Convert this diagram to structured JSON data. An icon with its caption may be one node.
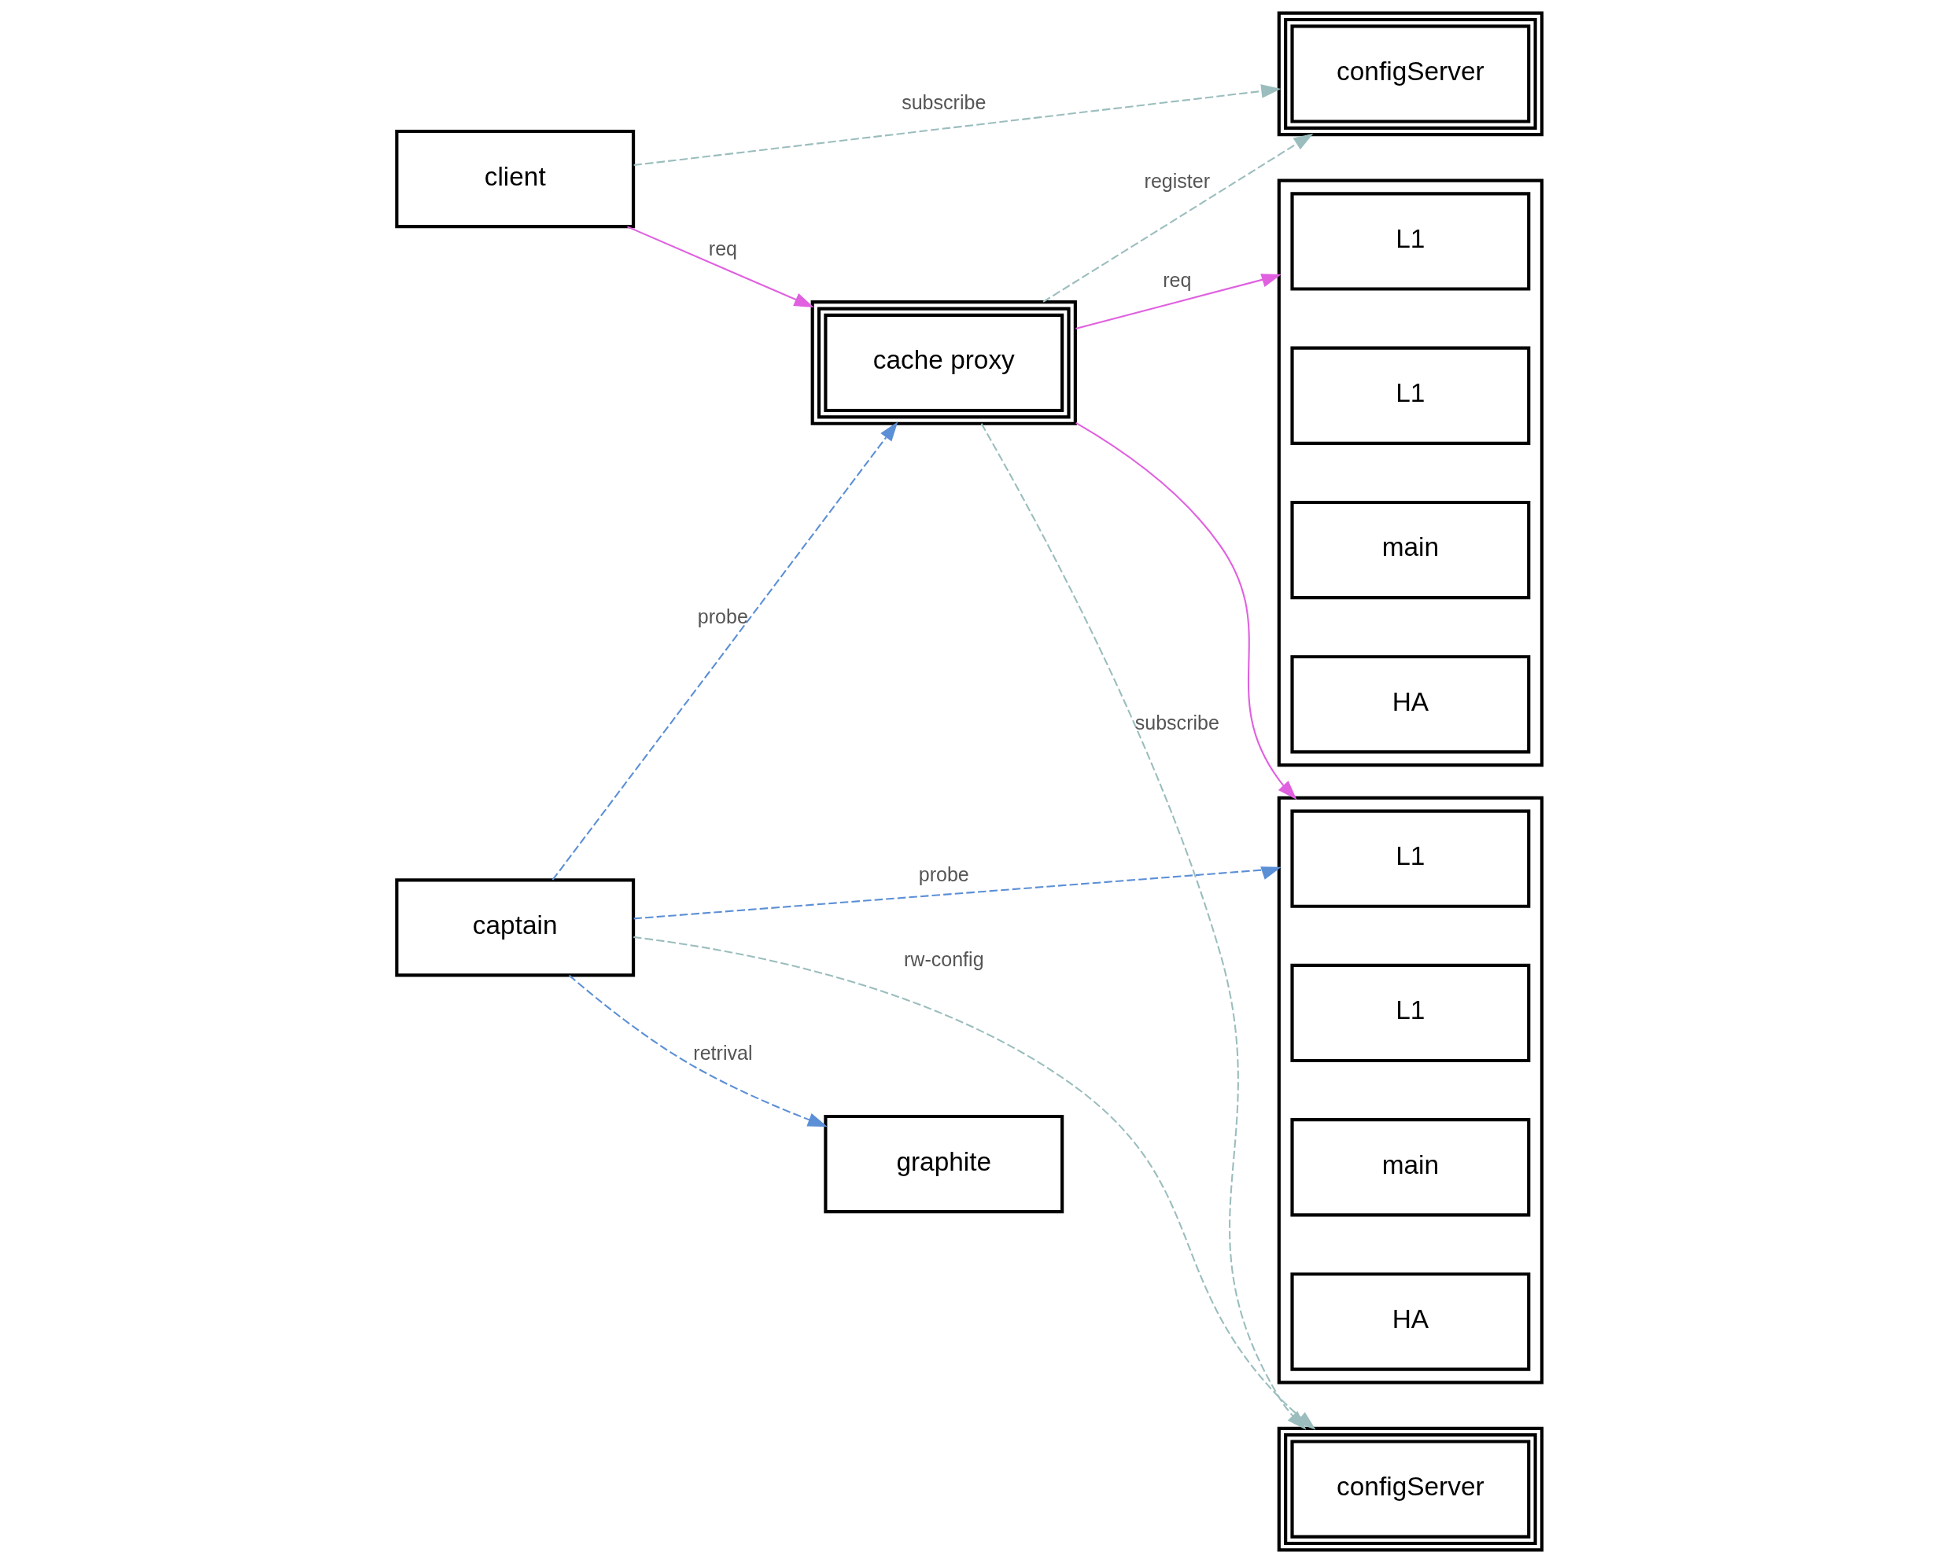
{
  "diagram": {
    "nodes": [
      {
        "text": [
          "configServer"
        ]
      },
      {
        "text": [
          "client"
        ]
      },
      {
        "text": [
          "cache proxy"
        ]
      },
      {
        "text": [
          "configServer"
        ]
      },
      {
        "text": [
          "captain"
        ]
      },
      {
        "text": [
          "graphite"
        ]
      },
      {
        "text": [],
        "shape": "box"
      },
      {
        "text": [
          "L1"
        ],
        "in": 6
      },
      {
        "text": [
          "L1"
        ],
        "in": 6
      },
      {
        "text": [
          "main"
        ],
        "in": 6
      },
      {
        "text": [
          "HA"
        ],
        "in": 6
      },
      {
        "text": [],
        "shape": "box"
      },
      {
        "text": [
          "L1"
        ],
        "in": 11
      },
      {
        "text": [
          "L1"
        ],
        "in": 11
      },
      {
        "text": [
          "main"
        ],
        "in": 11
      },
      {
        "text": [
          "HA"
        ],
        "in": 11
      }
    ],
    "edges": [
      {
        "from": 1,
        "to": 0,
        "arrow": "to",
        "label": "subscribe",
        "style": "dashed"
      },
      {
        "from": 2,
        "to": 0,
        "arrow": "to",
        "label": "register",
        "style": "dashed"
      },
      {
        "from": 1,
        "to": 2,
        "arrow": "to",
        "label": "req",
        "color": "#e060e0"
      },
      {
        "from": 2,
        "to": 6,
        "arrow": "to",
        "label": "req",
        "color": "#e060e0"
      },
      {
        "from": 2,
        "to": 11,
        "arrow": "to",
        "color": "#e060e0"
      },
      {
        "from": 2,
        "to": 3,
        "arrow": "to",
        "label": "subscribe",
        "style": "dashed"
      },
      {
        "from": 4,
        "to": 3,
        "arrow": "to",
        "label": "rw-config",
        "style": "dashed"
      },
      {
        "from": 4,
        "to": 2,
        "arrow": "to",
        "label": "probe",
        "style": "dashed",
        "color": "#5b8fd6"
      },
      {
        "from": 4,
        "to": 11,
        "arrow": "to",
        "label": "probe",
        "style": "dashed",
        "color": "#5b8fd6"
      },
      {
        "from": 4,
        "to": 5,
        "arrow": "to",
        "label": "retrival",
        "style": "dashed",
        "color": "#5b8fd6"
      }
    ]
  }
}
